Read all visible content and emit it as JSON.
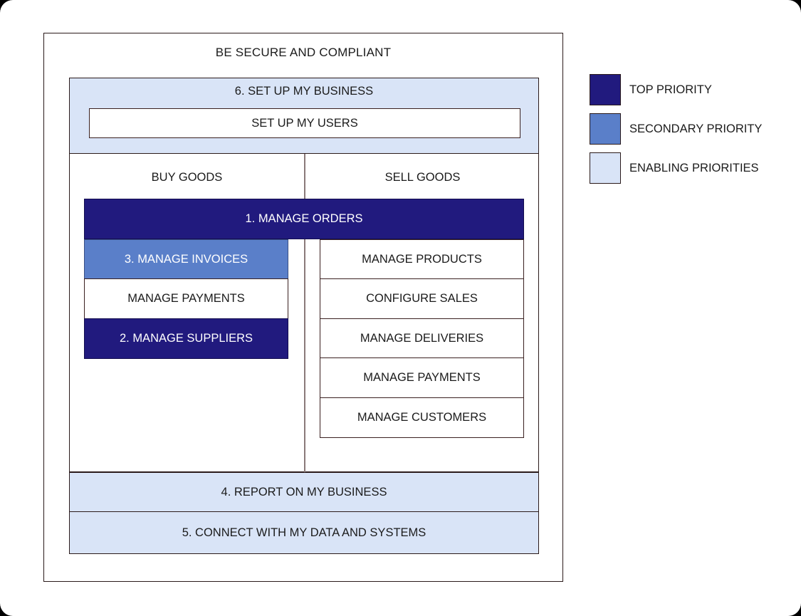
{
  "diagram": {
    "title": "BE SECURE AND COMPLIANT",
    "setup_business": {
      "label": "6. SET UP MY BUSINESS",
      "sub_block": "SET UP MY USERS"
    },
    "columns": {
      "buy": {
        "header": "BUY GOODS",
        "blocks": [
          {
            "label": "3. MANAGE INVOICES",
            "priority": "secondary"
          },
          {
            "label": "MANAGE PAYMENTS",
            "priority": "plain"
          },
          {
            "label": "2. MANAGE SUPPLIERS",
            "priority": "top"
          }
        ]
      },
      "sell": {
        "header": "SELL GOODS",
        "blocks": [
          {
            "label": "MANAGE PRODUCTS",
            "priority": "plain"
          },
          {
            "label": "CONFIGURE SALES",
            "priority": "plain"
          },
          {
            "label": "MANAGE DELIVERIES",
            "priority": "plain"
          },
          {
            "label": "MANAGE PAYMENTS",
            "priority": "plain"
          },
          {
            "label": "MANAGE CUSTOMERS",
            "priority": "plain"
          }
        ]
      }
    },
    "manage_orders": {
      "label": "1. MANAGE ORDERS",
      "priority": "top"
    },
    "enabling_bars": [
      {
        "label": "4. REPORT ON MY BUSINESS"
      },
      {
        "label": "5. CONNECT WITH MY DATA AND SYSTEMS"
      }
    ]
  },
  "legend": {
    "items": [
      {
        "label": "TOP PRIORITY",
        "color": "#211a7e"
      },
      {
        "label": "SECONDARY PRIORITY",
        "color": "#5a7fc9"
      },
      {
        "label": "ENABLING PRIORITIES",
        "color": "#d9e4f7"
      }
    ]
  },
  "colors": {
    "top_priority": "#211a7e",
    "secondary_priority": "#5a7fc9",
    "enabling_priority": "#d9e4f7",
    "outline": "#2a1a1a",
    "background": "#ffffff"
  }
}
